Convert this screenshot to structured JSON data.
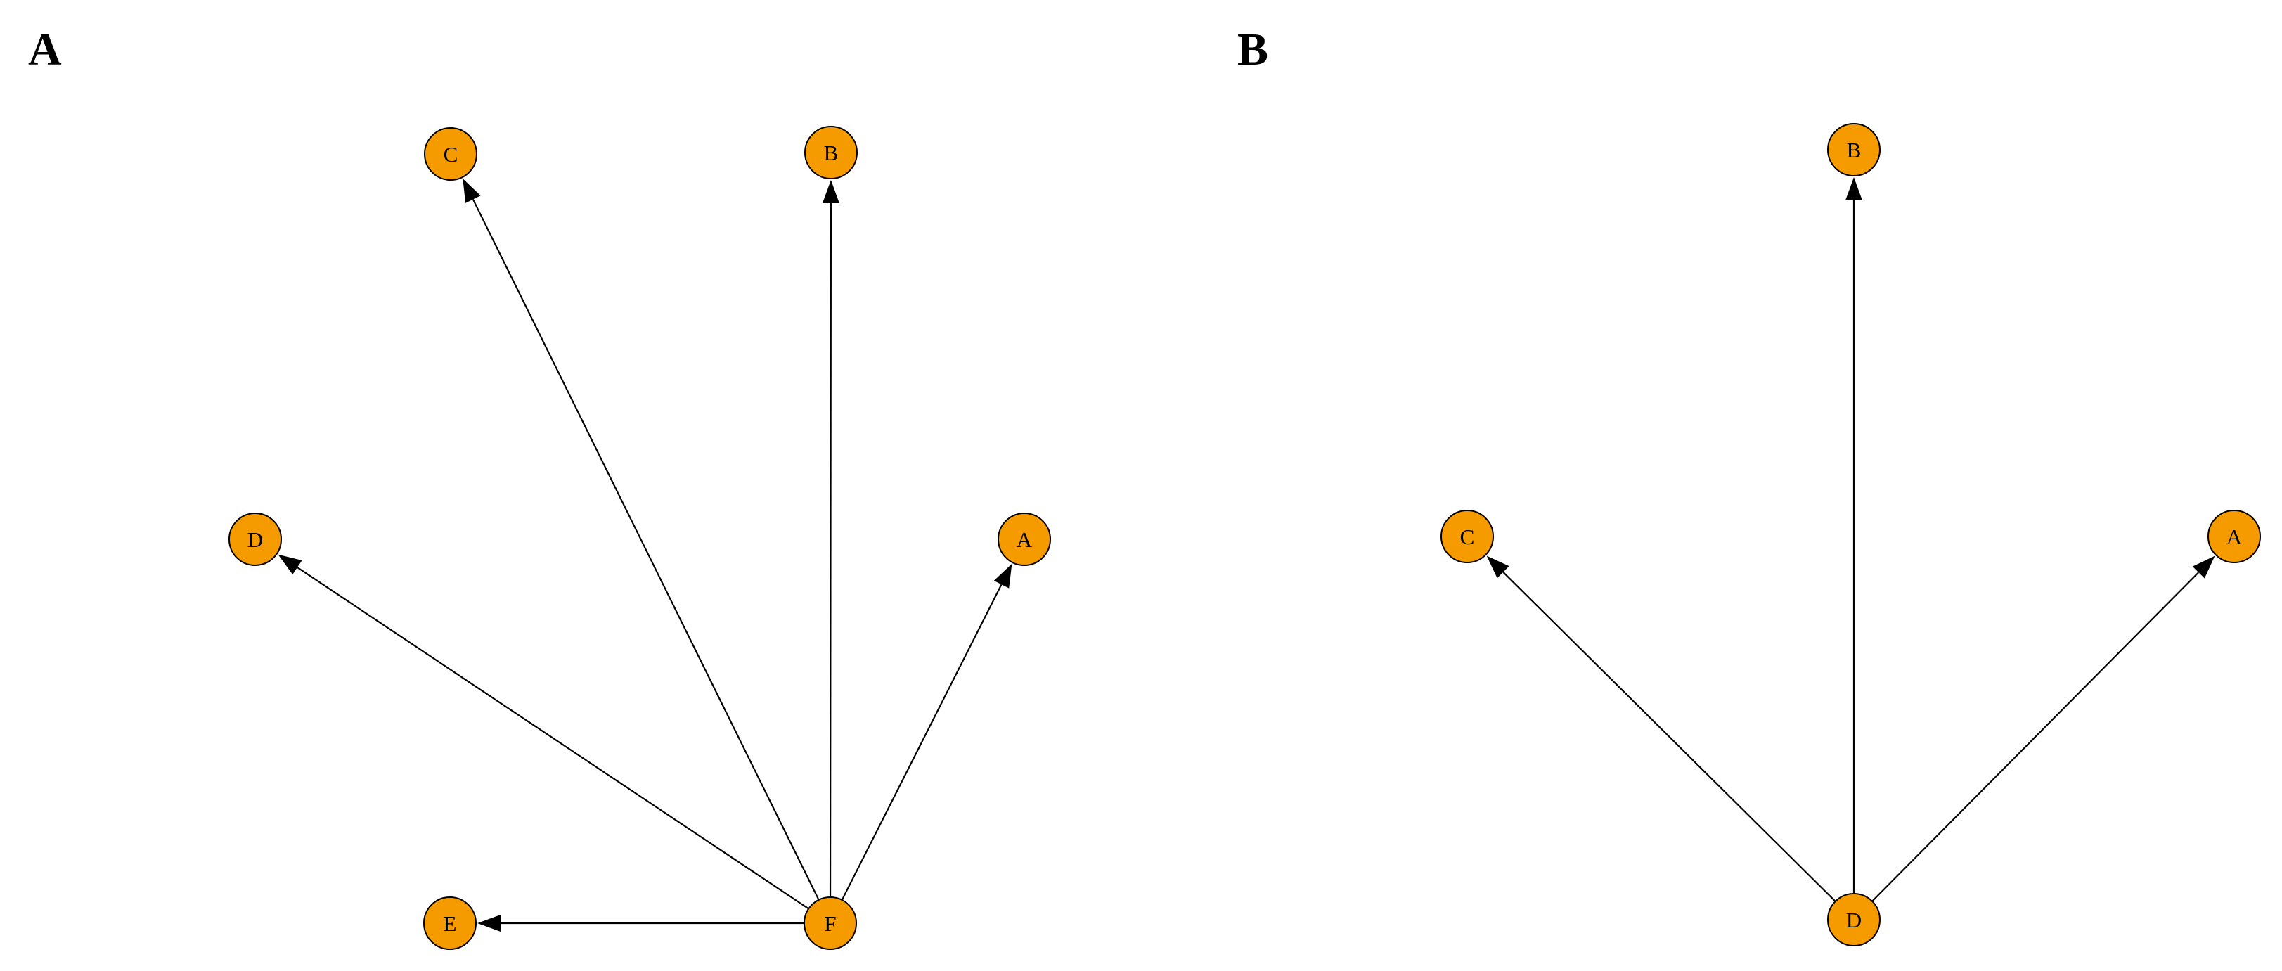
{
  "style": {
    "node_fill": "#f59b00",
    "stroke": "#000000",
    "background": "#ffffff"
  },
  "panels": [
    {
      "label": "A",
      "nodes": [
        {
          "id": "C",
          "label": "C"
        },
        {
          "id": "B",
          "label": "B"
        },
        {
          "id": "D",
          "label": "D"
        },
        {
          "id": "A",
          "label": "A"
        },
        {
          "id": "E",
          "label": "E"
        },
        {
          "id": "F",
          "label": "F"
        }
      ],
      "edges": [
        {
          "from": "F",
          "to": "C"
        },
        {
          "from": "F",
          "to": "B"
        },
        {
          "from": "F",
          "to": "D"
        },
        {
          "from": "F",
          "to": "A"
        },
        {
          "from": "F",
          "to": "E"
        }
      ]
    },
    {
      "label": "B",
      "nodes": [
        {
          "id": "B",
          "label": "B"
        },
        {
          "id": "C",
          "label": "C"
        },
        {
          "id": "A",
          "label": "A"
        },
        {
          "id": "D",
          "label": "D"
        }
      ],
      "edges": [
        {
          "from": "D",
          "to": "B"
        },
        {
          "from": "D",
          "to": "C"
        },
        {
          "from": "D",
          "to": "A"
        }
      ]
    }
  ]
}
